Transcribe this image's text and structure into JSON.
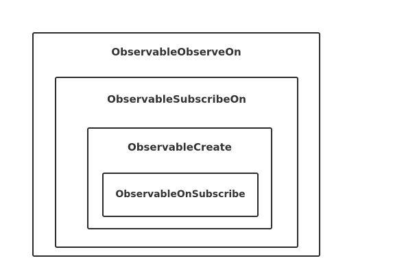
{
  "diagram": {
    "boxes": [
      {
        "id": "observable-observe-on",
        "label": "ObservableObserveOn"
      },
      {
        "id": "observable-subscribe-on",
        "label": "ObservableSubscribeOn"
      },
      {
        "id": "observable-create",
        "label": "ObservableCreate"
      },
      {
        "id": "observable-on-subscribe",
        "label": "ObservableOnSubscribe"
      }
    ]
  }
}
